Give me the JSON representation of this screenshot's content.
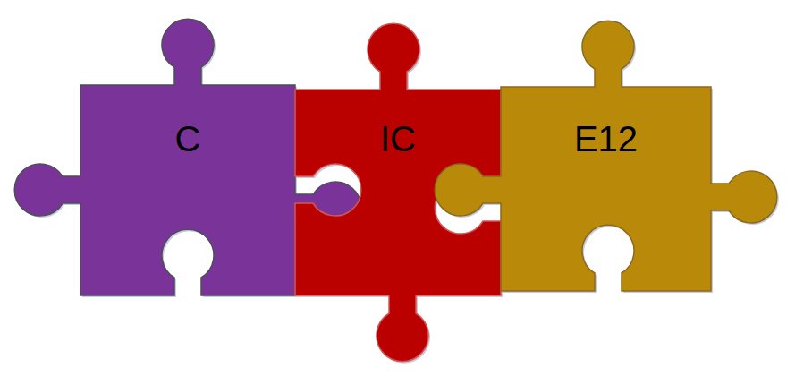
{
  "diagram": {
    "nodes": [
      {
        "text": [
          "C"
        ]
      },
      {
        "text": [
          "IC"
        ]
      },
      {
        "text": [
          "E12"
        ]
      }
    ]
  }
}
